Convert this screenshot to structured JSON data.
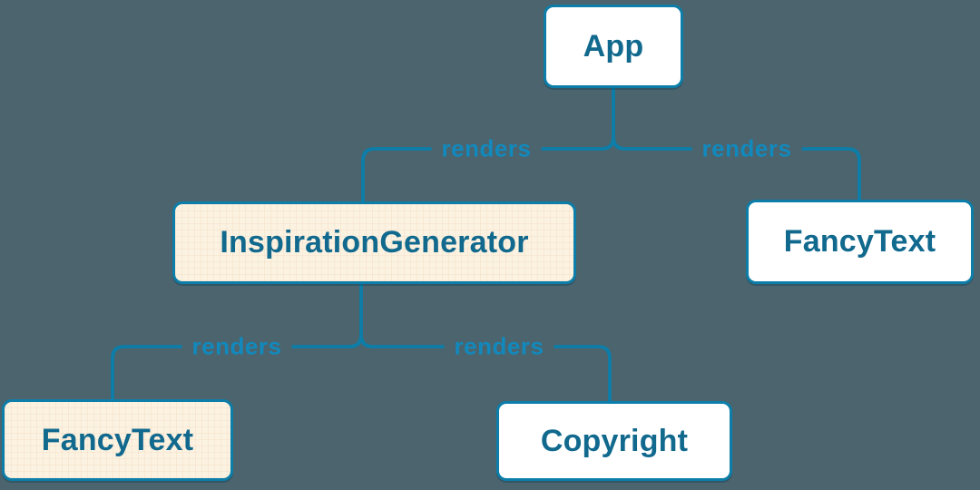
{
  "diagram": {
    "kind": "component-render-tree",
    "nodes": [
      {
        "id": "app",
        "label": "App",
        "variant": "white"
      },
      {
        "id": "inspiration-generator",
        "label": "InspirationGenerator",
        "variant": "cream"
      },
      {
        "id": "fancy-text-top",
        "label": "FancyText",
        "variant": "white"
      },
      {
        "id": "fancy-text-bottom",
        "label": "FancyText",
        "variant": "cream"
      },
      {
        "id": "copyright",
        "label": "Copyright",
        "variant": "white"
      }
    ],
    "edges": [
      {
        "from": "App",
        "to": "InspirationGenerator",
        "label": "renders"
      },
      {
        "from": "App",
        "to": "FancyText",
        "label": "renders"
      },
      {
        "from": "InspirationGenerator",
        "to": "FancyText",
        "label": "renders"
      },
      {
        "from": "InspirationGenerator",
        "to": "Copyright",
        "label": "renders"
      }
    ],
    "colors": {
      "bg": "#4b646d",
      "line": "#0c7ea9",
      "labeltext": "#1289bd",
      "nodetext": "#11698e",
      "cream": "#fbf2e1",
      "white": "#ffffff"
    }
  }
}
